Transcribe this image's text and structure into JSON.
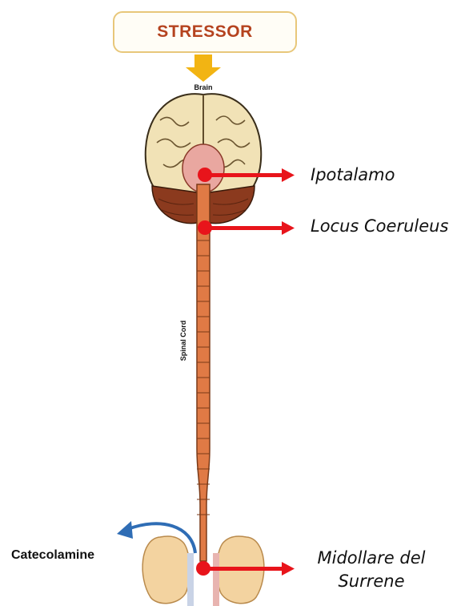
{
  "stressor": {
    "label": "STRESSOR"
  },
  "anatomy": {
    "brain_label": "Brain",
    "spinal_cord_label": "Spinal Cord"
  },
  "annotations": {
    "ipotalamo": "Ipotalamo",
    "locus_coeruleus": "Locus Coeruleus",
    "midollare_line1": "Midollare del",
    "midollare_line2": "Surrene",
    "catecolamine": "Catecolamine"
  },
  "colors": {
    "pointer": "#e8141b",
    "stressor_arrow": "#f2b413",
    "spinal_cord": "#e07a45",
    "cerebellum": "#8b3a1e",
    "curved_arrow": "#2f6db5"
  }
}
